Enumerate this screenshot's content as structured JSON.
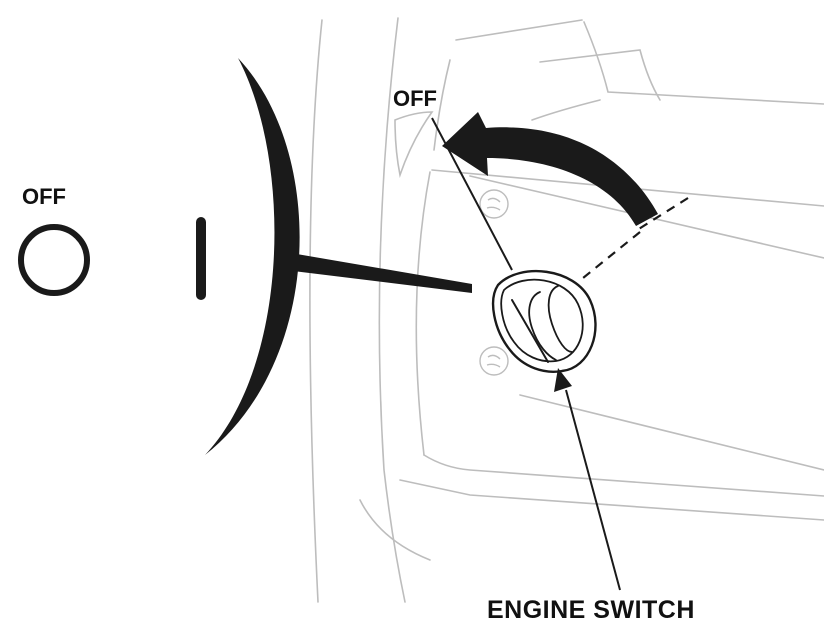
{
  "labels": {
    "off_symbol_label": "OFF",
    "off_position_label": "OFF",
    "engine_switch_label": "ENGINE SWITCH"
  },
  "icons": {
    "off_symbol": "circle-icon",
    "on_symbol": "vertical-bar-icon",
    "rotation_arrow": "curved-arrow-icon"
  },
  "colors": {
    "line": "#1a1a1a",
    "faint_line": "#bdbdbd",
    "background": "#ffffff"
  }
}
